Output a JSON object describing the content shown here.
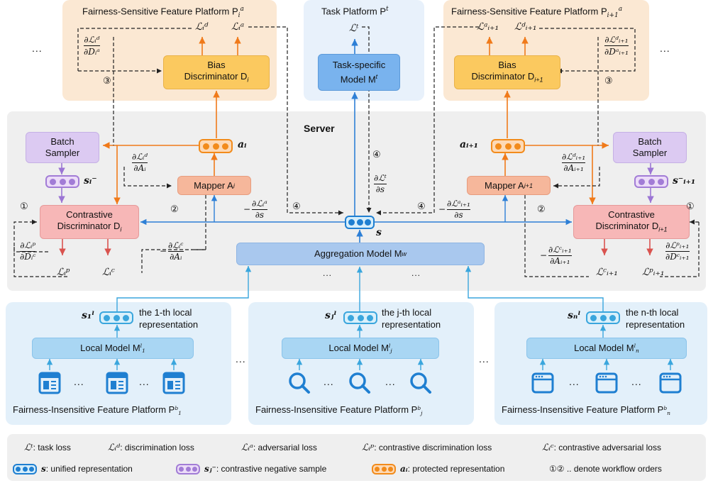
{
  "platforms": {
    "fs_left_title": "Fairness-Sensitive Feature Platform P",
    "fs_left_sub": "i",
    "fs_left_sup": "a",
    "task_title": "Task Platform P",
    "task_sup": "t",
    "fs_right_title": "Fairness-Sensitive Feature Platform P",
    "fs_right_sub": "i+1",
    "fs_right_sup": "a",
    "server_title": "Server",
    "fi_1": "Fairness-Insensitive Feature Platform P",
    "fi_1_sub": "1",
    "fi_j": "Fairness-Insensitive Feature Platform P",
    "fi_j_sub": "j",
    "fi_n": "Fairness-Insensitive Feature Platform P",
    "fi_n_sub": "n",
    "fi_sup": "b"
  },
  "boxes": {
    "bias_left_1": "Bias",
    "bias_left_2": "Discriminator D",
    "bias_left_sub": "i",
    "bias_right_1": "Bias",
    "bias_right_2": "Discriminator D",
    "bias_right_sub": "i+1",
    "task_model_1": "Task-specific",
    "task_model_2": "Model M",
    "task_model_sup": "t",
    "batch_left_1": "Batch",
    "batch_left_2": "Sampler",
    "batch_right_1": "Batch",
    "batch_right_2": "Sampler",
    "mapper_left": "Mapper A",
    "mapper_left_sub": "i",
    "mapper_right": "Mapper A",
    "mapper_right_sub": "i+1",
    "contrastive_left_1": "Contrastive",
    "contrastive_left_2": "Discriminator D",
    "contrastive_left_sub": "i",
    "contrastive_right_1": "Contrastive",
    "contrastive_right_2": "Discriminator D",
    "contrastive_right_sub": "i+1",
    "aggregation": "Aggregation Model M",
    "aggregation_sup": "w",
    "local_1": "Local Model M",
    "local_1_sub": "1",
    "local_j": "Local Model M",
    "local_j_sub": "j",
    "local_n": "Local Model M",
    "local_n_sub": "n",
    "local_sup": "l"
  },
  "local_reps": {
    "rep_1_line1": "the 1-th local",
    "rep_j_line1": "the j-th local",
    "rep_n_line1": "the n-th local",
    "rep_line2": "representation"
  },
  "math": {
    "L_d_i": "ℒᵢᵈ",
    "L_a_i": "ℒᵢᵃ",
    "L_t": "ℒᵗ",
    "L_a_i1": "ℒᵃᵢ₊₁",
    "L_d_i1": "ℒᵈᵢ₊₁",
    "L_p_i": "ℒᵢᵖ",
    "L_c_i": "ℒᵢᶜ",
    "L_c_i1": "ℒᶜᵢ₊₁",
    "L_p_i1": "ℒᵖᵢ₊₁",
    "a_i": "aᵢ",
    "a_i1": "aᵢ₊₁",
    "s": "s",
    "s_neg_i": "sᵢ⁻",
    "s_neg_i1": "s⁻ᵢ₊₁",
    "s_l_1": "s₁ˡ",
    "s_l_j": "sⱼˡ",
    "s_l_n": "sₙˡ",
    "grad_dD_left_num": "∂ℒᵢᵈ",
    "grad_dD_left_den": "∂Dᵢᵃ",
    "grad_dA_left_num": "∂ℒᵢᵈ",
    "grad_dA_left_den": "∂Aᵢ",
    "grad_as_left_num": "∂ℒᵢᵃ",
    "grad_as_left_den": "∂s",
    "grad_ts_num": "∂ℒᵗ",
    "grad_ts_den": "∂s",
    "grad_as_right_num": "∂ℒᵃᵢ₊₁",
    "grad_as_right_den": "∂s",
    "grad_dA_right_num": "∂ℒᵈᵢ₊₁",
    "grad_dA_right_den": "∂Aᵢ₊₁",
    "grad_dD_right_num": "∂ℒᵈᵢ₊₁",
    "grad_dD_right_den": "∂Dᵃᵢ₊₁",
    "grad_pD_left_num": "∂ℒᵢᵖ",
    "grad_pD_left_den": "∂Dᵢᶜ",
    "grad_cA_left_num": "∂ℒᵢᶜ",
    "grad_cA_left_den": "∂Aᵢ",
    "grad_cA_right_num": "∂ℒᶜᵢ₊₁",
    "grad_cA_right_den": "∂Aᵢ₊₁",
    "grad_pD_right_num": "∂ℒᵖᵢ₊₁",
    "grad_pD_right_den": "∂Dᶜᵢ₊₁",
    "minus": "−",
    "step1": "①",
    "step2": "②",
    "step3": "③",
    "step4": "④",
    "ellipsis": "...",
    "ellipsis_small": "…"
  },
  "legend": {
    "lt_sym": "ℒᵗ",
    "lt": ": task loss",
    "ld_sym": "ℒᵢᵈ",
    "ld": ": discrimination loss",
    "la_sym": "ℒᵢᵃ",
    "la": ": adversarial loss",
    "lp_sym": "ℒᵢᵖ",
    "lp": ": contrastive discrimination loss",
    "lc_sym": "ℒᵢᶜ",
    "lc": ": contrastive adversarial loss",
    "s_sym": "s",
    "s_text": ": unified representation",
    "sneg_sym": "sⱼ⁻",
    "sneg_text": ": contrastive negative sample",
    "a_sym": "aᵢ",
    "a_text": ": protected representation",
    "order_text": "①② .. denote workflow orders"
  }
}
